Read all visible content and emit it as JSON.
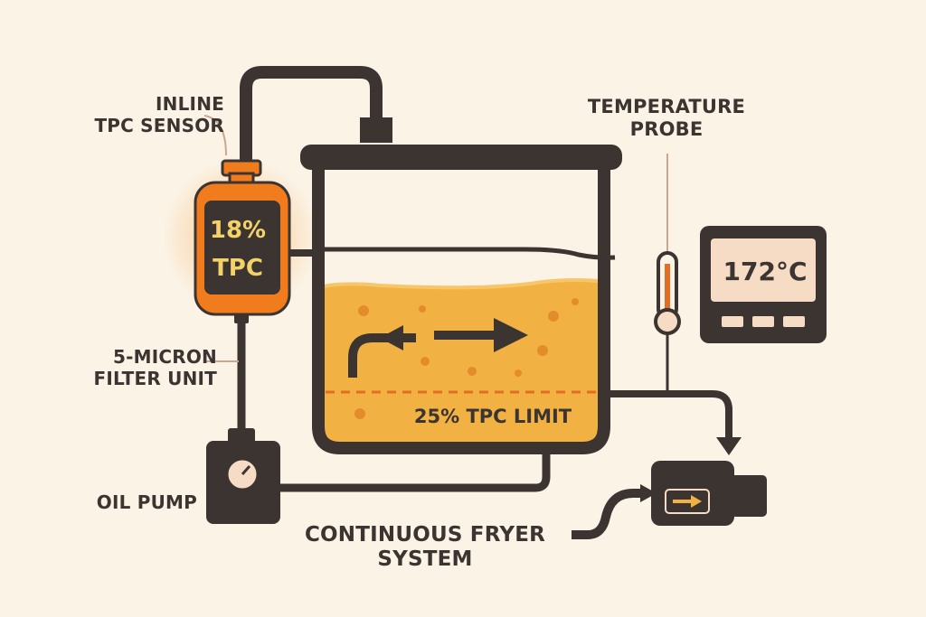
{
  "labels": {
    "inline_sensor": "INLINE\nTPC SENSOR",
    "filter_unit": "5-MICRON\nFILTER UNIT",
    "oil_pump": "OIL PUMP",
    "temperature_probe": "TEMPERATURE\nPROBE",
    "fryer_system": "CONTINUOUS FRYER\nSYSTEM"
  },
  "sensor": {
    "value": "18%",
    "unit": "TPC"
  },
  "vat": {
    "limit_label": "25% TPC LIMIT"
  },
  "display": {
    "temperature": "172°C"
  },
  "colors": {
    "background": "#fbf3e6",
    "outline": "#3b3431",
    "oil": "#f2b243",
    "sensor_orange": "#f07c1e",
    "display_screen": "#f6dcc4",
    "sensor_text": "#f4d26a"
  },
  "icons": [
    "flow-arrow-left-icon",
    "flow-arrow-right-icon",
    "pressure-gauge-icon",
    "thermometer-icon",
    "motor-arrow-icon"
  ]
}
